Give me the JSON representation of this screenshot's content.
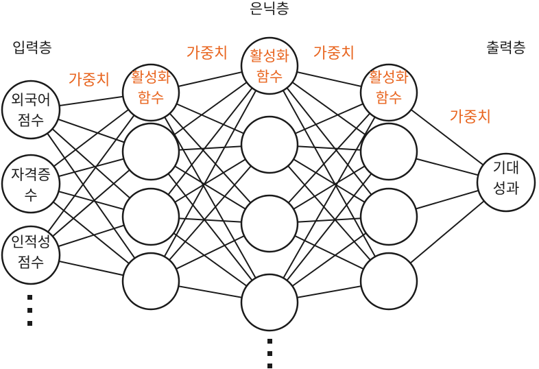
{
  "colors": {
    "accent": "#e8641e",
    "ink": "#1a1a1a"
  },
  "headings": {
    "hidden": "은닉층",
    "input": "입력층",
    "output": "출력층"
  },
  "nodes": {
    "input_1": [
      "외국어",
      "점수"
    ],
    "input_2": [
      "자격증",
      "수"
    ],
    "input_3": [
      "인적성",
      "점수"
    ],
    "activation": [
      "활성화",
      "함수"
    ],
    "output": [
      "기대",
      "성과"
    ]
  },
  "weight_label": "가중치"
}
